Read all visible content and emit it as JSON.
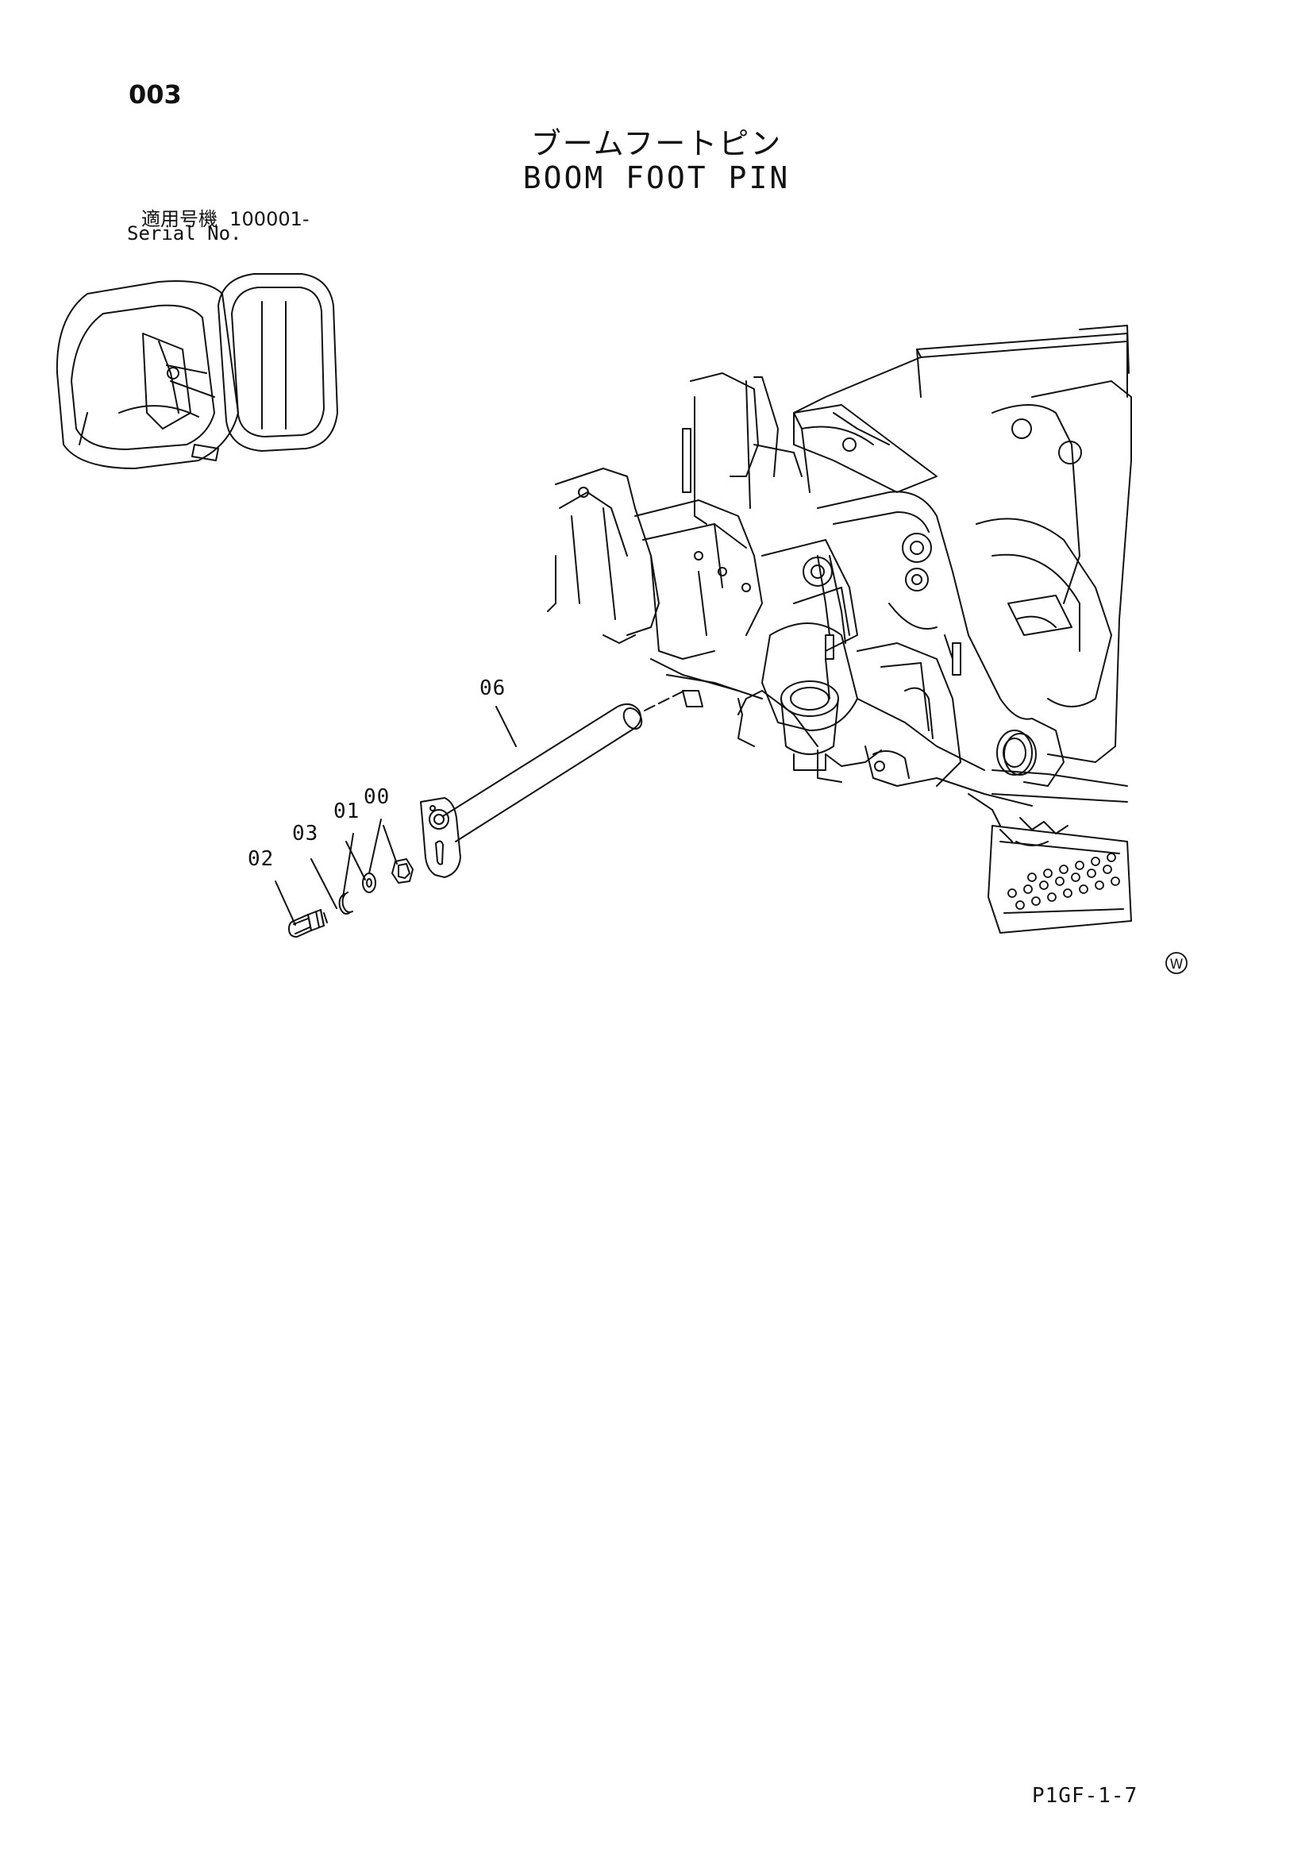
{
  "header": {
    "page_id": "003",
    "title_ja": "ブームフートピン",
    "title_en": "BOOM FOOT PIN",
    "serial_label_ja": "適用号機",
    "serial_value": "100001-",
    "serial_label_en": "Serial No."
  },
  "callouts": [
    {
      "id": "06",
      "label": "06"
    },
    {
      "id": "01",
      "label": "01"
    },
    {
      "id": "00",
      "label": "00"
    },
    {
      "id": "03",
      "label": "03"
    },
    {
      "id": "02",
      "label": "02"
    }
  ],
  "marks": {
    "w_symbol": "W"
  },
  "footer": {
    "code": "P1GF-1-7"
  }
}
